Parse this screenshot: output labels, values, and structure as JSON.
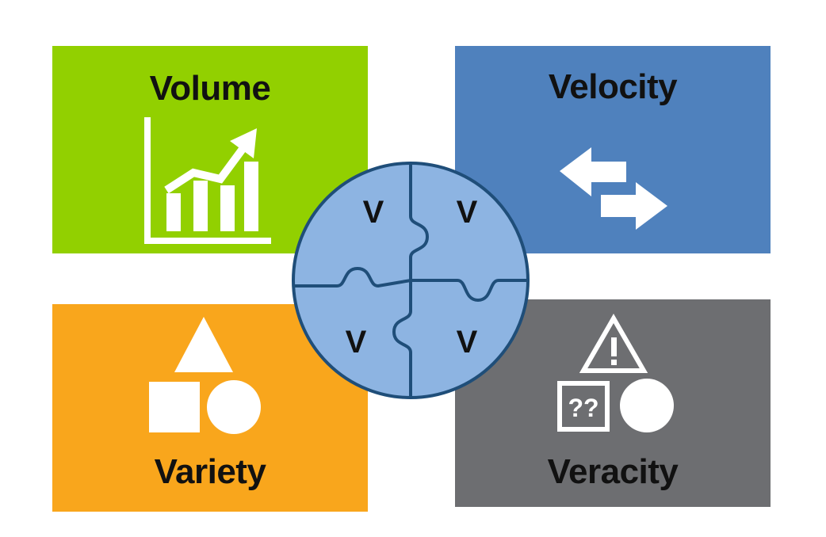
{
  "colors": {
    "volume": "#92d000",
    "velocity": "#4f81bd",
    "variety": "#f9a61c",
    "veracity": "#6d6e71",
    "puzzle_fill": "#8db4e2",
    "puzzle_stroke": "#1f4e79",
    "icon": "#ffffff"
  },
  "quadrants": {
    "volume": {
      "label": "Volume",
      "icon": "growth-chart-icon"
    },
    "velocity": {
      "label": "Velocity",
      "icon": "bidirectional-arrows-icon"
    },
    "variety": {
      "label": "Variety",
      "icon": "shapes-icon"
    },
    "veracity": {
      "label": "Veracity",
      "icon": "uncertainty-icon"
    }
  },
  "puzzle": {
    "pieces": [
      {
        "letter": "V"
      },
      {
        "letter": "V"
      },
      {
        "letter": "V"
      },
      {
        "letter": "V"
      }
    ]
  },
  "veracity_box_text": "??"
}
